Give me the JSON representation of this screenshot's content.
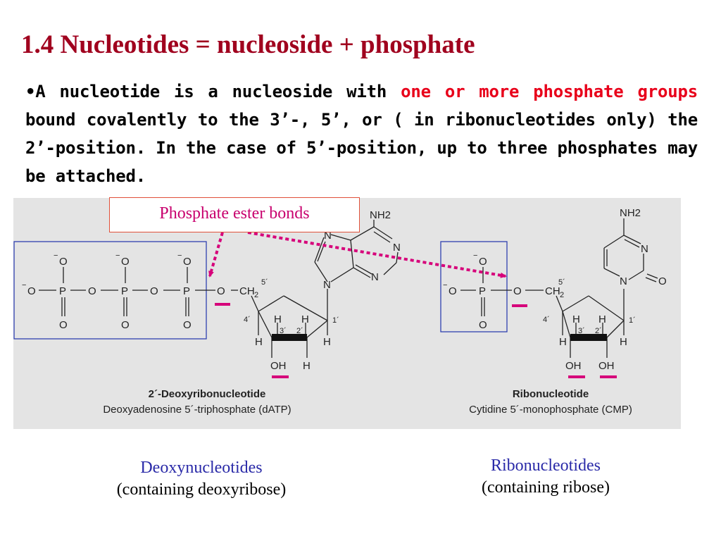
{
  "slide": {
    "title": "1.4  Nucleotides = nucleoside + phosphate",
    "bullet": {
      "prefix": "•A nucleotide is a nucleoside with ",
      "highlight": "one or more phosphate groups",
      "suffix": " bound covalently to the 3’-, 5’, or ( in ribonucleotides only) the 2’-position. In the case of 5’-position, up to three phosphates may be attached."
    }
  },
  "annotation": {
    "label": "Phosphate ester bonds"
  },
  "colors": {
    "title": "#a0001e",
    "highlight": "#e8001a",
    "annotation_text": "#c8006e",
    "arrow": "#d6007a",
    "group_box": "#3040b0",
    "caption_title": "#2a2aa8"
  },
  "structures": {
    "left": {
      "name": "2´-Deoxyribonucleotide",
      "subtitle": "Deoxyadenosine 5´-triphosphate (dATP)",
      "base_substituent": "NH2"
    },
    "right": {
      "name": "Ribonucleotide",
      "subtitle": "Cytidine 5´-monophosphate (CMP)",
      "base_substituent": "NH2"
    }
  },
  "captions": {
    "left": {
      "line1": "Deoxynucleotides",
      "line2": "(containing deoxyribose)"
    },
    "right": {
      "line1": "Ribonucleotides",
      "line2": "(containing ribose)"
    }
  }
}
